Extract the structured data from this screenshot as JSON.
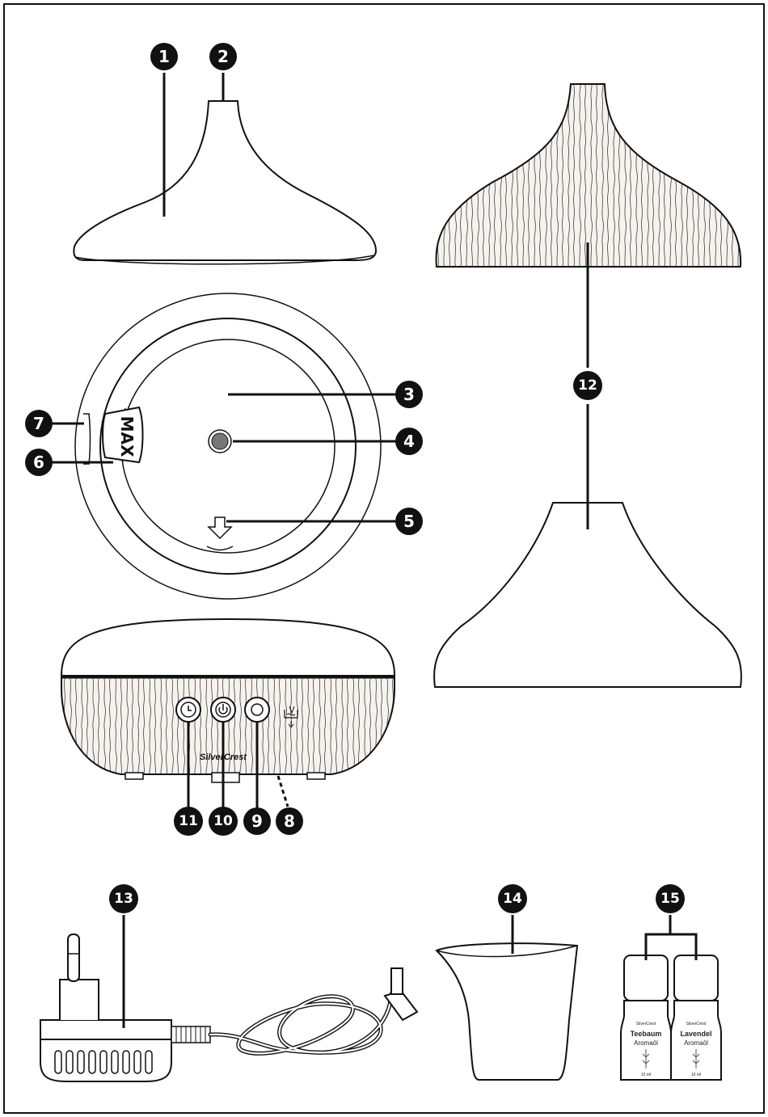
{
  "callouts": {
    "c1": "1",
    "c2": "2",
    "c3": "3",
    "c4": "4",
    "c5": "5",
    "c6": "6",
    "c7": "7",
    "c8": "8",
    "c9": "9",
    "c10": "10",
    "c11": "11",
    "c12": "12",
    "c13": "13",
    "c14": "14",
    "c15": "15"
  },
  "device": {
    "max_label": "MAX",
    "brand": "SilverCrest",
    "timer_icon": "clock-icon",
    "power_icon": "power-icon",
    "light_icon": "light-icon",
    "auto_off_icon": "water-low-icon"
  },
  "bottles": {
    "left": {
      "brand": "SilverCrest",
      "name": "Teebaum",
      "type": "Aromaöl",
      "volume": "10 ml"
    },
    "right": {
      "brand": "SilverCrest",
      "name": "Lavendel",
      "type": "Aromaöl",
      "volume": "10 ml"
    }
  },
  "colors": {
    "ink": "#111111",
    "paper": "#ffffff",
    "grain": "#f4f1ec"
  }
}
